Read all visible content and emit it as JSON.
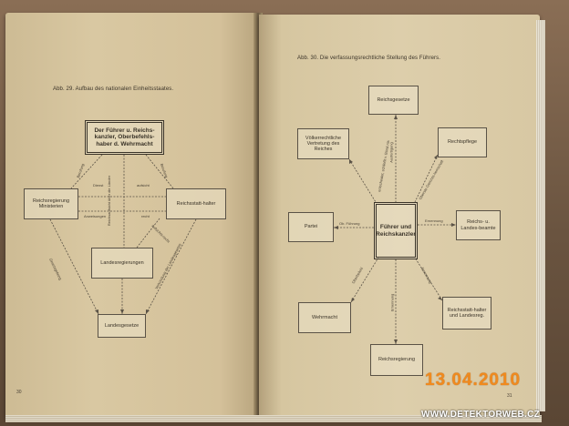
{
  "left_page": {
    "caption": "Abb. 29. Aufbau des nationalen Einheitsstaates.",
    "boxes": {
      "fuehrer": "Der Führer u. Reichs-kanzler, Oberbefehls-haber d. Wehrmacht",
      "reichsregierung": "Reichsregierung Ministerien",
      "reichsstatthalter": "Reichsstatt-halter",
      "landesregierungen": "Landesregierungen",
      "landesgesetze": "Landesgesetze"
    },
    "labels": {
      "berufung_l": "Berufung",
      "berufung_r": "Berufung",
      "dienst": "Dienst",
      "aufsicht": "aufsicht",
      "anweisungen": "Anweisungen",
      "recht": "recht",
      "center_vertical": "Reichsaufsicht über die Länder",
      "aufsichts": "Aufsichts-recht",
      "left_diag": "Gesetzgebung",
      "right_diag": "Verkündung der Landesgesetze"
    },
    "page_number": "30"
  },
  "right_page": {
    "caption": "Abb. 30. Die verfassungsrechtliche Stellung des Führers.",
    "boxes": {
      "center": "Führer und Reichskanzler",
      "reichsgesetze": "Reichsgesetze",
      "voelkerrecht": "Völkerrechtliche Vertretung des Reiches",
      "rechtspflege": "Rechtspflege",
      "partei": "Partei",
      "reichsbeamte": "Reichs- u. Landes-beamte",
      "wehrmacht": "Wehrmacht",
      "reichsstatthalter": "Reichsstatt-halter und Landesreg.",
      "reichsregierung": "Reichsregierung"
    },
    "labels": {
      "up": "Ausfertigung",
      "upleft": "entscheidet, schließt v. Bünd-nis",
      "upright": "Oberste Gerichts-herrschaft",
      "left": "Ob. Führung",
      "right": "Ernennung",
      "downleft": "Oberbefehl",
      "downright": "Ernennung",
      "down": "Ernennung"
    },
    "page_number": "31"
  },
  "overlay": {
    "date_stamp": "13.04.2010",
    "watermark": "WWW.DETEKTORWEB.CZ"
  },
  "colors": {
    "date": "#f08a1e",
    "paper": "#ddceab",
    "ink": "#3a3328"
  }
}
